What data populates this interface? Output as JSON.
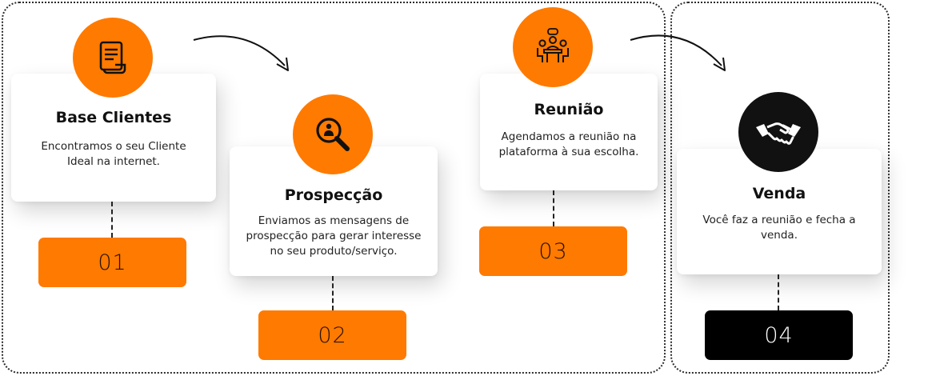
{
  "steps": [
    {
      "title": "Base Clientes",
      "description": "Encontramos o seu Cliente Ideal na internet.",
      "number": "01",
      "icon": "document-icon"
    },
    {
      "title": "Prospecção",
      "description": "Enviamos as mensagens de prospecção para gerar interesse no seu produto/serviço.",
      "number": "02",
      "icon": "magnifier-person-icon"
    },
    {
      "title": "Reunião",
      "description": "Agendamos a reunião na plataforma à sua escolha.",
      "number": "03",
      "icon": "meeting-icon"
    },
    {
      "title": "Venda",
      "description": "Você faz a reunião e fecha a venda.",
      "number": "04",
      "icon": "handshake-icon"
    }
  ],
  "colors": {
    "accent": "#ff7a00",
    "dark": "#111111",
    "card": "#ffffff"
  }
}
